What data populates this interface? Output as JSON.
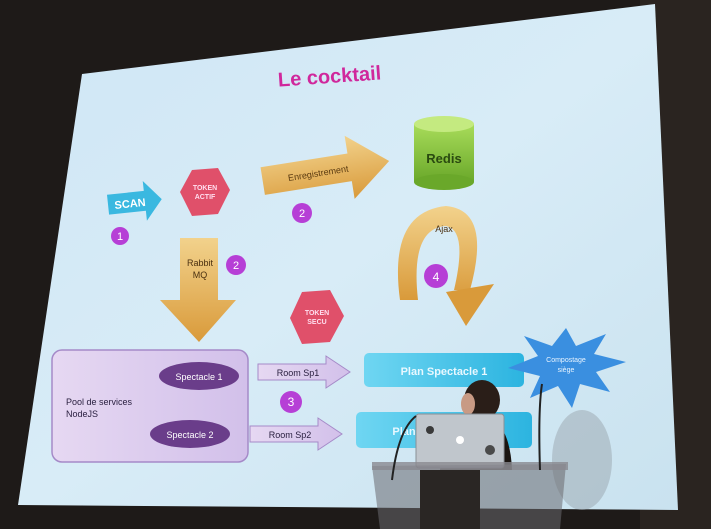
{
  "slide": {
    "title": "Le cocktail",
    "scan": "SCAN",
    "token_actif": [
      "TOKEN",
      "ACTIF"
    ],
    "enregistrement": "Enregistrement",
    "redis": "Redis",
    "rabbit": [
      "Rabbit",
      "MQ"
    ],
    "ajax": "Ajax",
    "token_secu": [
      "TOKEN",
      "SECU"
    ],
    "pool": [
      "Pool de services",
      "NodeJS"
    ],
    "spectacle1": "Spectacle 1",
    "spectacle2": "Spectacle 2",
    "room1": "Room Sp1",
    "room2": "Room Sp2",
    "plan1": "Plan Spectacle 1",
    "plan2": "Plan",
    "compostage": [
      "Compostage",
      "siège"
    ],
    "steps": [
      "1",
      "2",
      "2",
      "3",
      "4"
    ]
  },
  "colors": {
    "title": "#d0289c",
    "badge": "#b63fd6",
    "arrow_orange": "#e6b45a",
    "scan_arrow": "#3ab8e0",
    "token": "#e0506a",
    "redis": "#8cc63f",
    "pill": "#6a3d8a",
    "plan": "#3fc4e6",
    "burst": "#3a8fe0"
  }
}
